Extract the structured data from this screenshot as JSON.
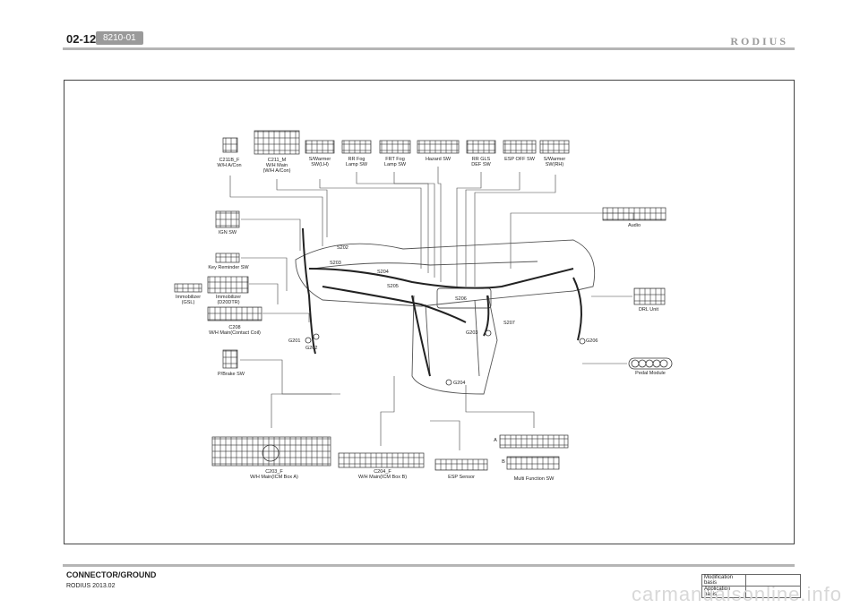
{
  "header": {
    "page": "02-12",
    "code": "8210-01",
    "brand": "RODIUS"
  },
  "footer": {
    "section": "CONNECTOR/GROUND",
    "model": "RODIUS 2013.02",
    "mod_basis": "Modification basis",
    "app_basis": "Application basis"
  },
  "connectors": {
    "c211b": "C211B_F\nW/H A/Con",
    "c211m": "C211_M\nW/H Main\n(W/H A/Con)",
    "sw_lh": "S/Warmer\nSW(LH)",
    "rr_fog": "RR Fog\nLamp SW",
    "frt_fog": "FRT Fog\nLamp SW",
    "hazard": "Hazard SW",
    "rr_gls": "RR GLS\nDEF SW",
    "esp_off": "ESP OFF SW",
    "sw_rh": "S/Warmer\nSW(RH)",
    "ign": "IGN SW",
    "key": "Key Reminder SW",
    "immo_gsl": "Immobilizer\n(GSL)",
    "immo_d20": "Immobilizer\n(D20DTR)",
    "c208": "C208\nW/H Main(Contact Coil)",
    "pbrake": "P/Brake SW",
    "audio": "Audio",
    "drl": "DRL Unit",
    "pedal": "Pedal Module",
    "c203": "C203_F\nW/H Main(ICM Box A)",
    "c204": "C204_F\nW/H Main(ICM Box B)",
    "esp_sensor": "ESP Sensor",
    "multi": "Multi Function SW",
    "multi_a": "A",
    "multi_b": "B"
  },
  "splices": {
    "s202": "S202",
    "s203": "S203",
    "s204": "S204",
    "s205": "S205",
    "s206": "S206",
    "s207": "S207"
  },
  "grounds": {
    "g201": "G201",
    "g202": "G202",
    "g203": "G203",
    "g204": "G204",
    "g206": "G206"
  },
  "watermark": "carmanualsonline.info"
}
